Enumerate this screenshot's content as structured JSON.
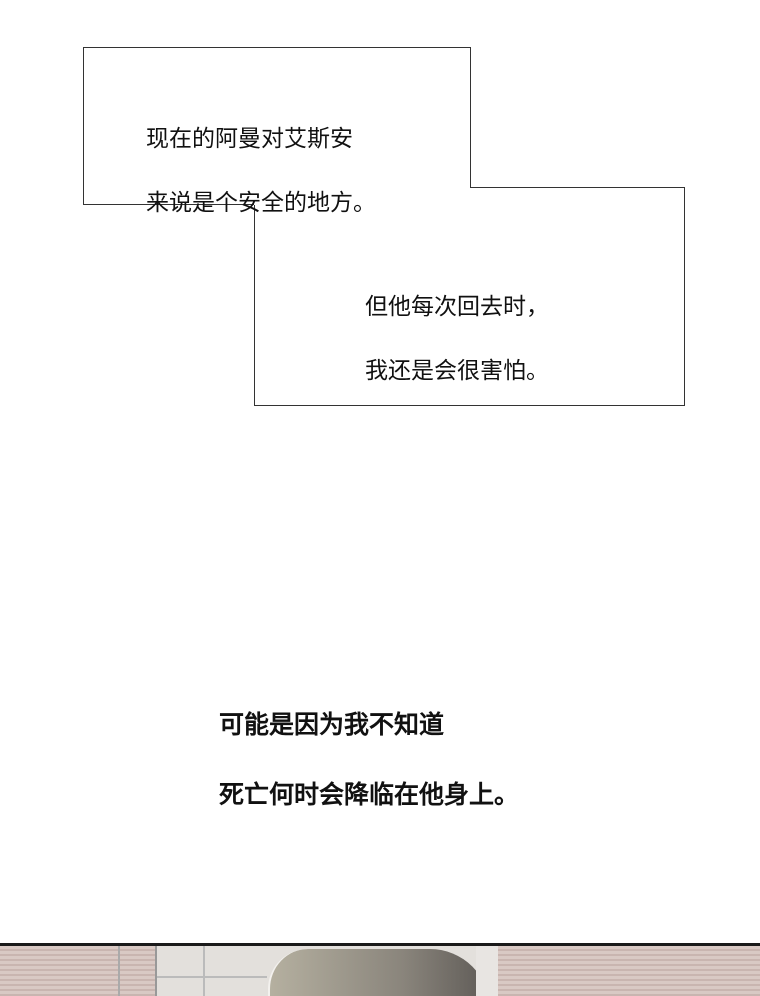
{
  "captions": [
    {
      "lines": [
        "现在的阿曼对艾斯安",
        "来说是个安全的地方。"
      ]
    },
    {
      "lines": [
        "但他每次回去时，",
        "我还是会很害怕。"
      ]
    }
  ],
  "narration": {
    "lines": [
      "可能是因为我不知道",
      "死亡何时会降临在他身上。"
    ]
  }
}
